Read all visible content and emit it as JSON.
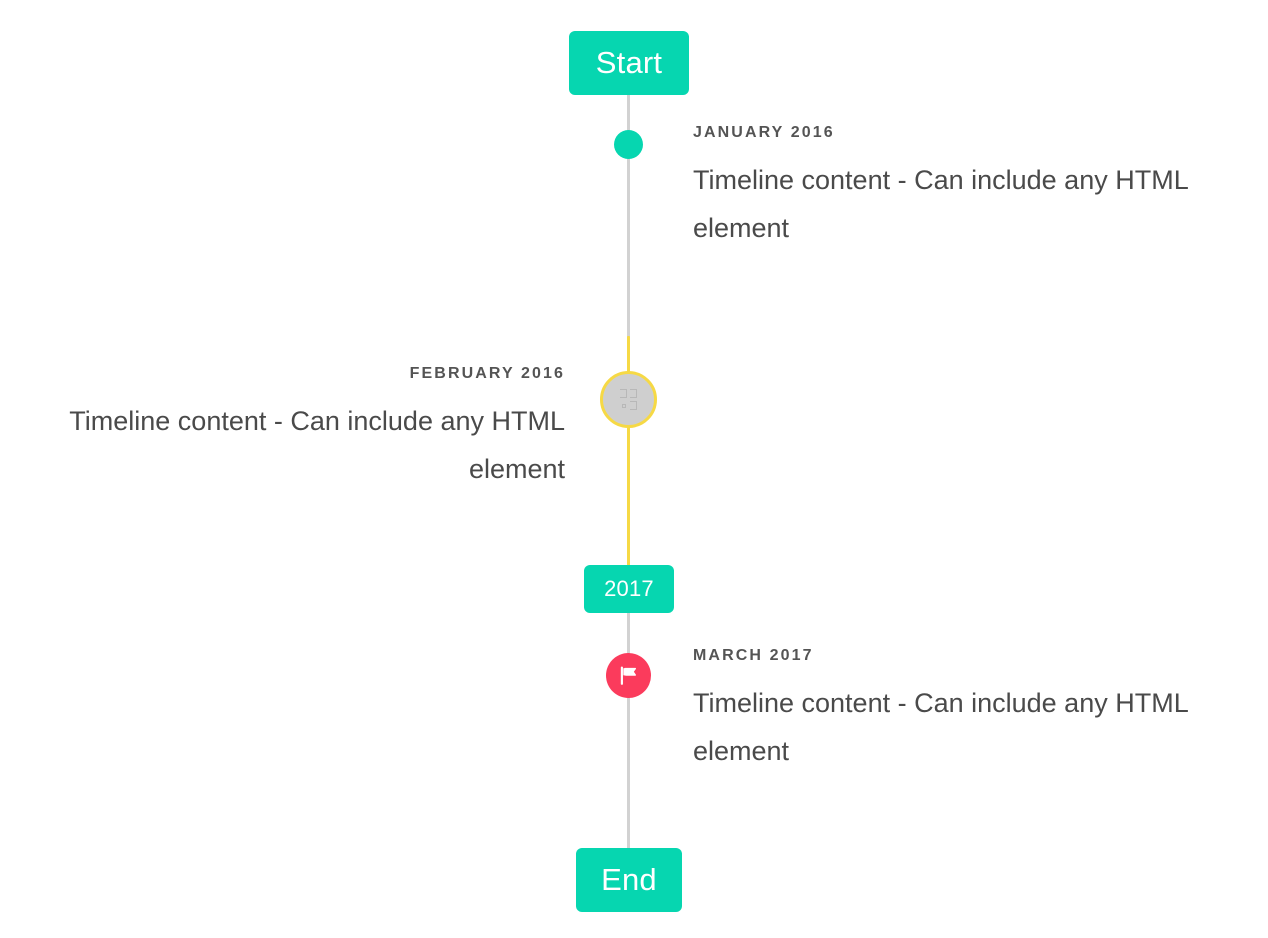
{
  "timeline": {
    "start_label": "Start",
    "end_label": "End",
    "year_divider_label": "2017",
    "events": [
      {
        "date": "JANUARY 2016",
        "text": "Timeline content - Can include any HTML element",
        "side": "right",
        "marker": "dot-icon",
        "marker_color": "#06d6b0"
      },
      {
        "date": "FEBRUARY 2016",
        "text": "Timeline content - Can include any HTML element",
        "side": "left",
        "marker": "missing-glyph-icon",
        "marker_color": "#cfcfcf",
        "marker_ring_color": "#f6d945"
      },
      {
        "date": "MARCH 2017",
        "text": "Timeline content - Can include any HTML element",
        "side": "right",
        "marker": "flag-icon",
        "marker_color": "#fb3b5c"
      }
    ],
    "colors": {
      "accent": "#06d6b0",
      "highlight": "#f6d945",
      "rail": "#d2d2d2",
      "flag_marker": "#fb3b5c",
      "text": "#4a4a4a",
      "date_text": "#545454"
    }
  }
}
